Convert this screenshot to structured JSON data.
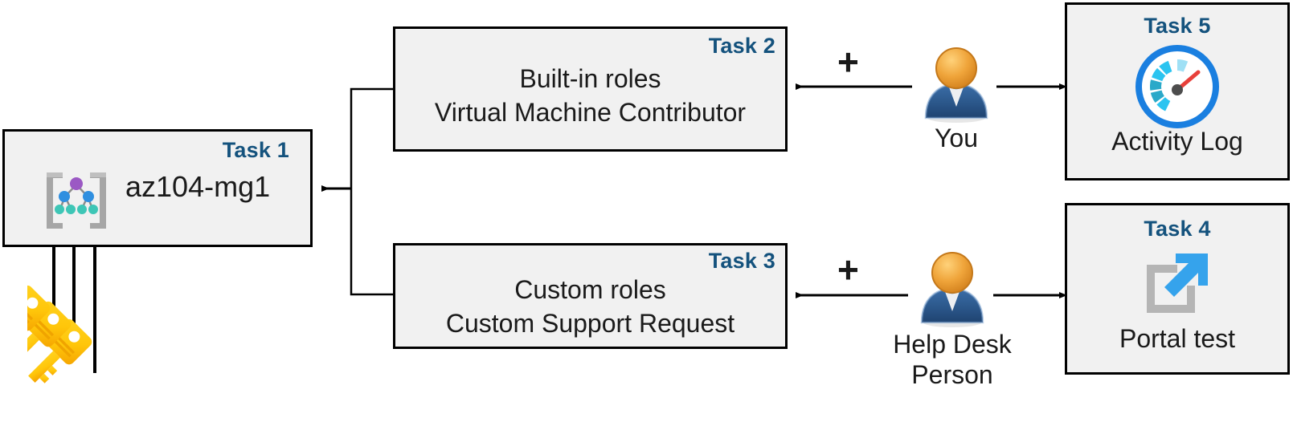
{
  "diagram": {
    "title": "Azure RBAC task diagram",
    "accent_color": "#14527d",
    "box_fill": "#f1f1f1",
    "box_border": "#000000"
  },
  "tasks": [
    {
      "tag": "Task 1",
      "title": "az104-mg1",
      "icon": "management-group-icon",
      "decoration_icon": "keys-icon"
    },
    {
      "tag": "Task 2",
      "line1": "Built-in roles",
      "line2": "Virtual Machine Contributor"
    },
    {
      "tag": "Task 3",
      "line1": "Custom roles",
      "line2": "Custom Support Request"
    },
    {
      "tag": "Task 4",
      "caption": "Portal test",
      "icon": "external-link-icon"
    },
    {
      "tag": "Task 5",
      "caption": "Activity Log",
      "icon": "gauge-icon"
    }
  ],
  "people": [
    {
      "label": "You",
      "icon": "user-avatar-icon"
    },
    {
      "label": "Help Desk\nPerson",
      "icon": "user-avatar-icon"
    }
  ],
  "operators": [
    {
      "symbol": "+",
      "name": "plus-top"
    },
    {
      "symbol": "+",
      "name": "plus-bottom"
    }
  ]
}
